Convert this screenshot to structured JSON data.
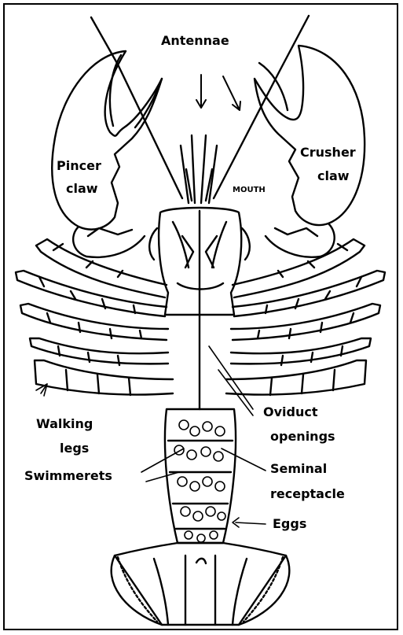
{
  "diagram": {
    "labels": {
      "antennae": "Antennae",
      "pincer_claw_1": "Pincer",
      "pincer_claw_2": "claw",
      "crusher_claw_1": "Crusher",
      "crusher_claw_2": "claw",
      "mouth": "MOUTH",
      "walking_legs_1": "Walking",
      "walking_legs_2": "legs",
      "oviduct_1": "Oviduct",
      "oviduct_2": "openings",
      "seminal_1": "Seminal",
      "seminal_2": "receptacle",
      "swimmerets": "Swimmerets",
      "eggs": "Eggs"
    },
    "colors": {
      "ink": "#000000",
      "paper": "#ffffff"
    }
  }
}
